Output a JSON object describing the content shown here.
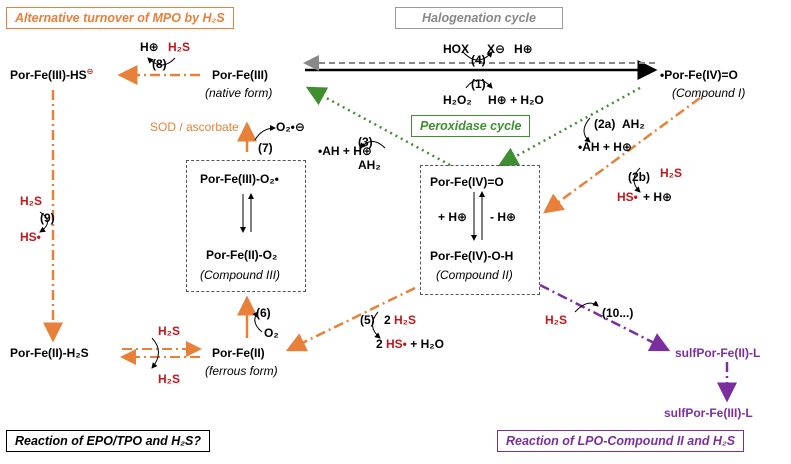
{
  "titles": {
    "alt_turnover": "Alternative turnover of MPO by H₂S",
    "halogenation": "Halogenation cycle",
    "peroxidase": "Peroxidase cycle",
    "epo_tpo": "Reaction of EPO/TPO and H₂S?",
    "lpo": "Reaction of LPO-Compound II and H₂S"
  },
  "species": {
    "por_fe3_hs": "Por-Fe(III)-HS",
    "por_fe3_native": "Por-Fe(III)",
    "native_form": "(native form)",
    "compound1": "•Por-Fe(IV)=O",
    "compound1_label": "(Compound I)",
    "compound3_top": "Por-Fe(III)-O₂•",
    "compound3_bottom": "Por-Fe(II)-O₂",
    "compound3_label": "(Compound III)",
    "compound2_top": "Por-Fe(IV)=O",
    "compound2_bottom": "Por-Fe(IV)-O-H",
    "compound2_label": "(Compound II)",
    "por_fe2_h2s": "Por-Fe(II)-H₂S",
    "por_fe2": "Por-Fe(II)",
    "ferrous_form": "(ferrous form)",
    "sulf_fe2": "sulfPor-Fe(II)-L",
    "sulf_fe3": "sulfPor-Fe(III)-L"
  },
  "reagents": {
    "h2s": "H₂S",
    "h_plus": "H⊕",
    "hox": "HOX",
    "x_minus": "X⊖",
    "h2o2": "H₂O₂",
    "h2o": "+ H₂O",
    "ah2": "AH₂",
    "ah_h": "•AH + H⊕",
    "hs_radical": "HS•",
    "hs_h": "+ H⊕",
    "sod": "SOD / ascorbate",
    "o2_radical": "O₂•⊖",
    "o2": "O₂",
    "two_h2s": "2 H₂S",
    "two_hs": "2 HS• + H₂O",
    "plus_h": "+ H⊕",
    "minus_h": "- H⊕"
  },
  "steps": [
    "(1)",
    "(2a)",
    "(2b)",
    "(3)",
    "(4)",
    "(5)",
    "(6)",
    "(7)",
    "(8)",
    "(9)",
    "(10...)"
  ],
  "colors": {
    "orange": "#e8803a",
    "green": "#3f8f2f",
    "purple": "#7b2f9f",
    "gray": "#808080",
    "fe3_gold": "#f0b400",
    "fe4_blue": "#3a6fc4",
    "fe2_green": "#3f8f2f",
    "red": "#c0181c"
  }
}
